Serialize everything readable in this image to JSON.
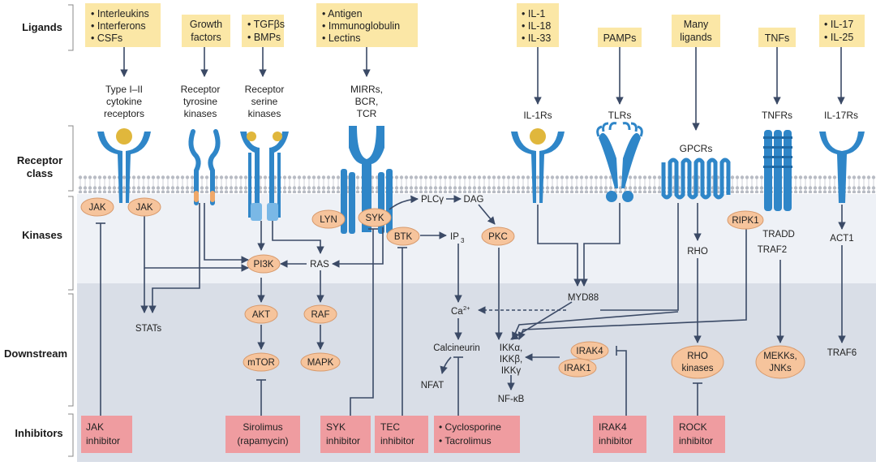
{
  "rows": {
    "ligands": "Ligands",
    "receptor": [
      "Receptor",
      "class"
    ],
    "kinases": "Kinases",
    "downstream": "Downstream",
    "inhibitors": "Inhibitors"
  },
  "ligands": {
    "interleukins": [
      "• Interleukins",
      "• Interferons",
      "• CSFs"
    ],
    "growth": [
      "Growth",
      "factors"
    ],
    "tgf": [
      "• TGFβs",
      "• BMPs"
    ],
    "antigen": [
      "• Antigen",
      "• Immunoglobulin",
      "• Lectins"
    ],
    "il1": [
      "• IL-1",
      "• IL-18",
      "• IL-33"
    ],
    "pamps": [
      "PAMPs"
    ],
    "many": [
      "Many",
      "ligands"
    ],
    "tnfs": [
      "TNFs"
    ],
    "il17": [
      "• IL-17",
      "• IL-25"
    ]
  },
  "receptors": {
    "cytokine": [
      "Type I–II",
      "cytokine",
      "receptors"
    ],
    "rtk": [
      "Receptor",
      "tyrosine",
      "kinases"
    ],
    "rsk": [
      "Receptor",
      "serine",
      "kinases"
    ],
    "mirr": [
      "MIRRs,",
      "BCR,",
      "TCR"
    ],
    "il1r": "IL-1Rs",
    "tlr": "TLRs",
    "gpcr": "GPCRs",
    "tnfr": "TNFRs",
    "il17r": "IL-17Rs"
  },
  "nodes": {
    "jak1": "JAK",
    "jak2": "JAK",
    "lyn": "LYN",
    "syk": "SYK",
    "btk": "BTK",
    "pkc": "PKC",
    "pi3k": "PI3K",
    "akt": "AKT",
    "mtor": "mTOR",
    "raf": "RAF",
    "mapk": "MAPK",
    "irak4": "IRAK4",
    "irak1": "IRAK1",
    "ripk1": "RIPK1",
    "rho_kinases": [
      "RHO",
      "kinases"
    ],
    "mekks": [
      "MEKKs,",
      "JNKs"
    ]
  },
  "text_nodes": {
    "plcg": "PLCγ",
    "dag": "DAG",
    "ip3": "IP",
    "ip3_sub": "3",
    "ras": "RAS",
    "stats": "STATs",
    "myd88": "MYD88",
    "ca": "Ca",
    "ca_sup": "2+",
    "calcineurin": "Calcineurin",
    "nfat": "NFAT",
    "ikk": [
      "IKKα,",
      "IKKβ,",
      "IKKγ"
    ],
    "nfkb": "NF-κB",
    "rho": "RHO",
    "tradd": "TRADD",
    "traf2": "TRAF2",
    "act1": "ACT1",
    "traf6": "TRAF6"
  },
  "inhibitors": {
    "jak": [
      "JAK",
      "inhibitor"
    ],
    "sirolimus": [
      "Sirolimus",
      "(rapamycin)"
    ],
    "syk": [
      "SYK",
      "inhibitor"
    ],
    "tec": [
      "TEC",
      "inhibitor"
    ],
    "cyclo": [
      "• Cyclosporine",
      "• Tacrolimus"
    ],
    "irak4": [
      "IRAK4",
      "inhibitor"
    ],
    "rock": [
      "ROCK",
      "inhibitor"
    ]
  },
  "colors": {
    "ligand_box": "#fbe7a6",
    "inhibitor_box": "#ef9ca0",
    "kinase_node": "#f6c49c",
    "receptor_blue": "#2f86c8",
    "ligand_gold": "#e0b73c",
    "band_light": "#eef1f6",
    "band_dark": "#d9dee7",
    "arrow": "#3b4a66"
  }
}
